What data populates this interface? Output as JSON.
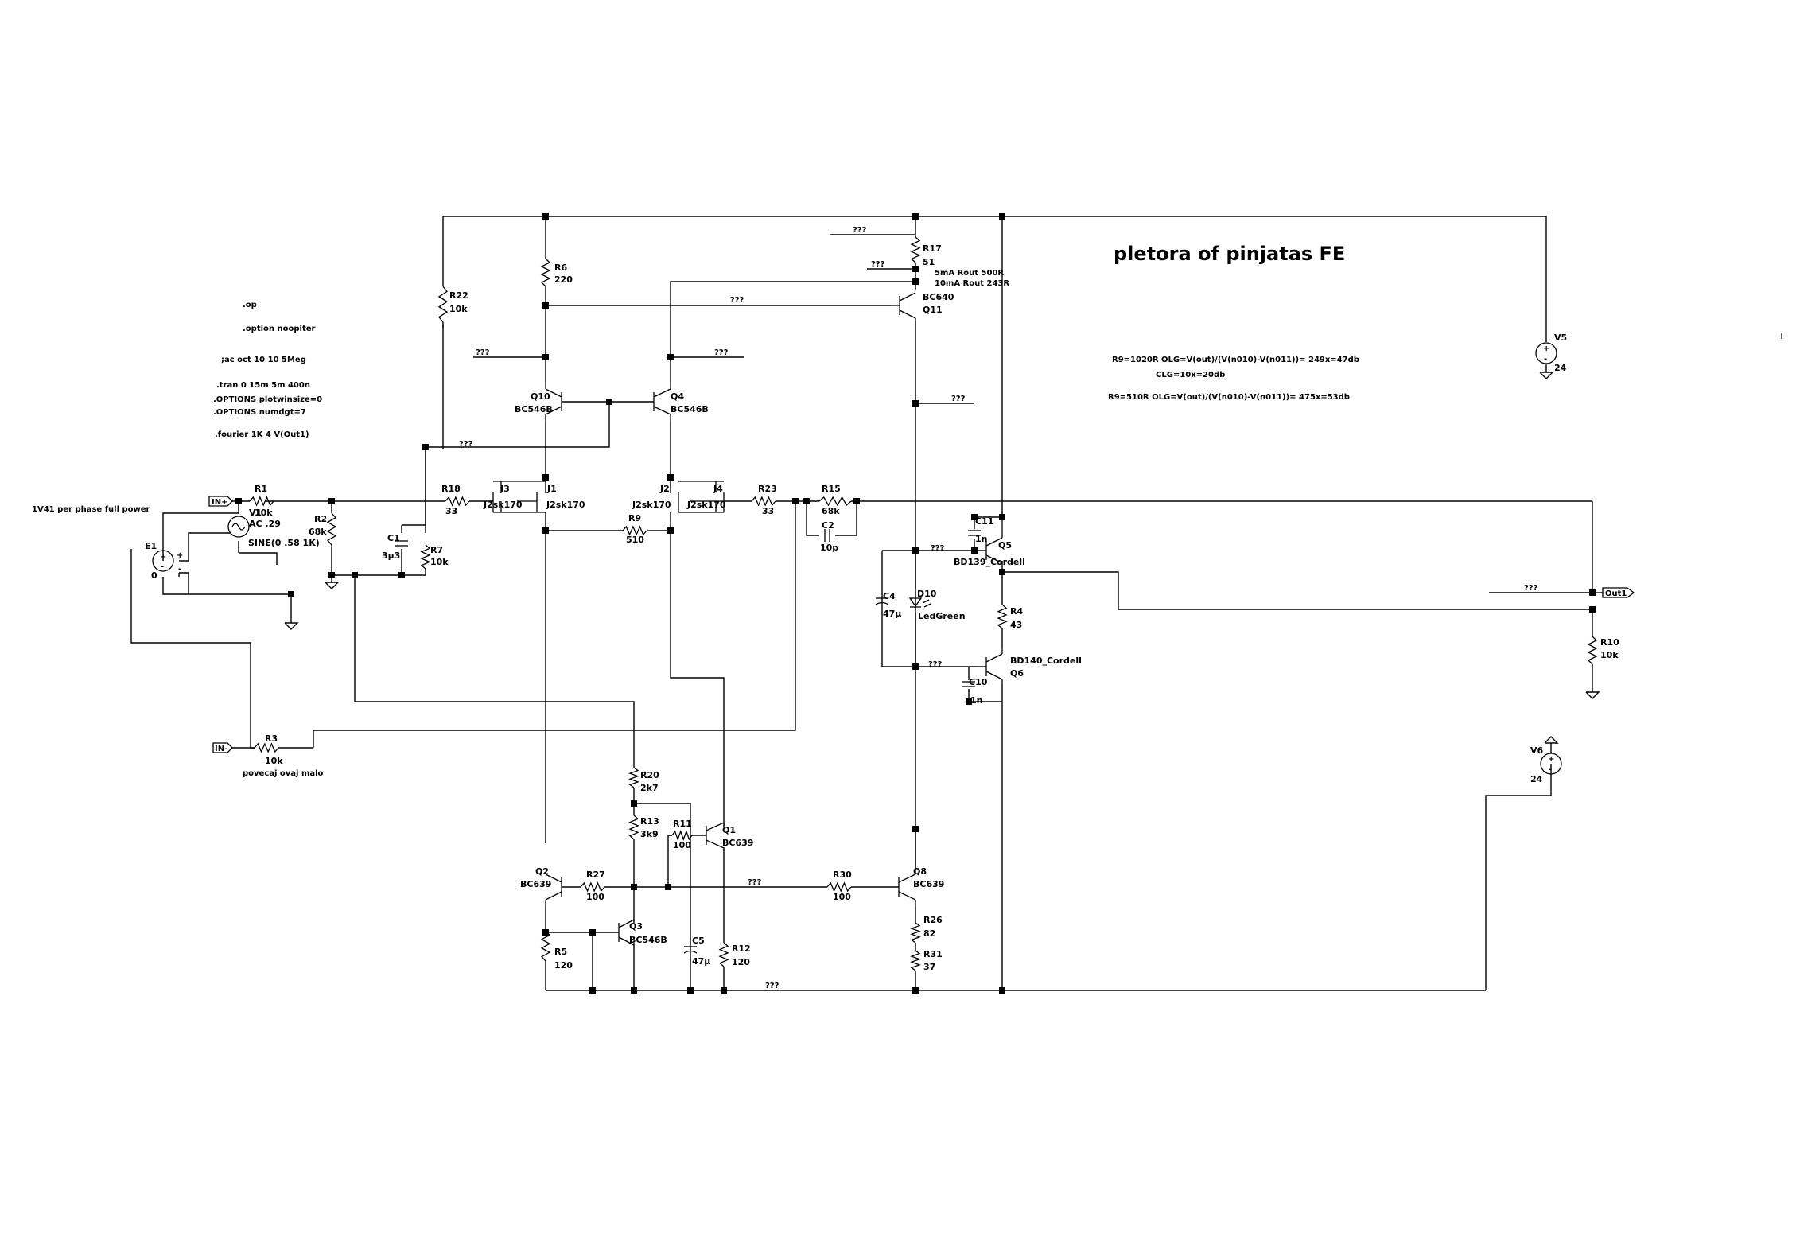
{
  "title": "pletora of pinjatas FE",
  "directives": [
    ".op",
    ".option noopiter",
    ";ac oct 10 10 5Meg",
    ".tran 0 15m 5m 400n",
    ".OPTIONS plotwinsize=0",
    ".OPTIONS numdgt=7",
    ".fourier 1K 4 V(Out1)"
  ],
  "notes": {
    "power": "1V41 per phase full power",
    "r3_note": "povecaj ovaj malo",
    "r17_note1": "5mA Rout 500R",
    "r17_note2": "10mA Rout 243R",
    "olg1": "R9=1020R  OLG=V(out)/(V(n010)-V(n011))= 249x=47db",
    "clg": "CLG=10x=20db",
    "olg2": "R9=510R  OLG=V(out)/(V(n010)-V(n011))= 475x=53db"
  },
  "ports": {
    "in_plus": "IN+",
    "in_minus": "IN-",
    "out": "Out1"
  },
  "unknown": "???",
  "sources": {
    "E1": {
      "name": "E1",
      "value": "0"
    },
    "V1": {
      "name": "V1",
      "ac": "AC .29",
      "sine": "SINE(0 .58 1K)"
    },
    "V5": {
      "name": "V5",
      "value": "24"
    },
    "V6": {
      "name": "V6",
      "value": "24"
    }
  },
  "resistors": {
    "R1": {
      "name": "R1",
      "value": "10k"
    },
    "R2": {
      "name": "R2",
      "value": "68k"
    },
    "R3": {
      "name": "R3",
      "value": "10k"
    },
    "R4": {
      "name": "R4",
      "value": "43"
    },
    "R5": {
      "name": "R5",
      "value": "120"
    },
    "R6": {
      "name": "R6",
      "value": "220"
    },
    "R7": {
      "name": "R7",
      "value": "10k"
    },
    "R9": {
      "name": "R9",
      "value": "510"
    },
    "R10": {
      "name": "R10",
      "value": "10k"
    },
    "R11": {
      "name": "R11",
      "value": "100"
    },
    "R12": {
      "name": "R12",
      "value": "120"
    },
    "R13": {
      "name": "R13",
      "value": "3k9"
    },
    "R15": {
      "name": "R15",
      "value": "68k"
    },
    "R17": {
      "name": "R17",
      "value": "51"
    },
    "R18": {
      "name": "R18",
      "value": "33"
    },
    "R20": {
      "name": "R20",
      "value": "2k7"
    },
    "R22": {
      "name": "R22",
      "value": "10k"
    },
    "R23": {
      "name": "R23",
      "value": "33"
    },
    "R26": {
      "name": "R26",
      "value": "82"
    },
    "R27": {
      "name": "R27",
      "value": "100"
    },
    "R30": {
      "name": "R30",
      "value": "100"
    },
    "R31": {
      "name": "R31",
      "value": "37"
    }
  },
  "capacitors": {
    "C1": {
      "name": "C1",
      "value": "3µ3"
    },
    "C2": {
      "name": "C2",
      "value": "10p"
    },
    "C4": {
      "name": "C4",
      "value": "47µ"
    },
    "C5": {
      "name": "C5",
      "value": "47µ"
    },
    "C10": {
      "name": "C10",
      "value": "1n"
    },
    "C11": {
      "name": "C11",
      "value": "1n"
    }
  },
  "transistors": {
    "Q1": {
      "name": "Q1",
      "model": "BC639"
    },
    "Q2": {
      "name": "Q2",
      "model": "BC639"
    },
    "Q3": {
      "name": "Q3",
      "model": "BC546B"
    },
    "Q4": {
      "name": "Q4",
      "model": "BC546B"
    },
    "Q5": {
      "name": "Q5",
      "model": "BD139_Cordell"
    },
    "Q6": {
      "name": "Q6",
      "model": "BD140_Cordell"
    },
    "Q8": {
      "name": "Q8",
      "model": "BC639"
    },
    "Q10": {
      "name": "Q10",
      "model": "BC546B"
    },
    "Q11": {
      "name": "Q11",
      "model": "BC640"
    }
  },
  "jfets": {
    "J1": {
      "name": "J1",
      "model": "J2sk170"
    },
    "J2": {
      "name": "J2",
      "model": "J2sk170"
    },
    "J3": {
      "name": "J3",
      "model": "J2sk170"
    },
    "J4": {
      "name": "J4",
      "model": "J2sk170"
    }
  },
  "diode": {
    "name": "D10",
    "model": "LedGreen"
  }
}
